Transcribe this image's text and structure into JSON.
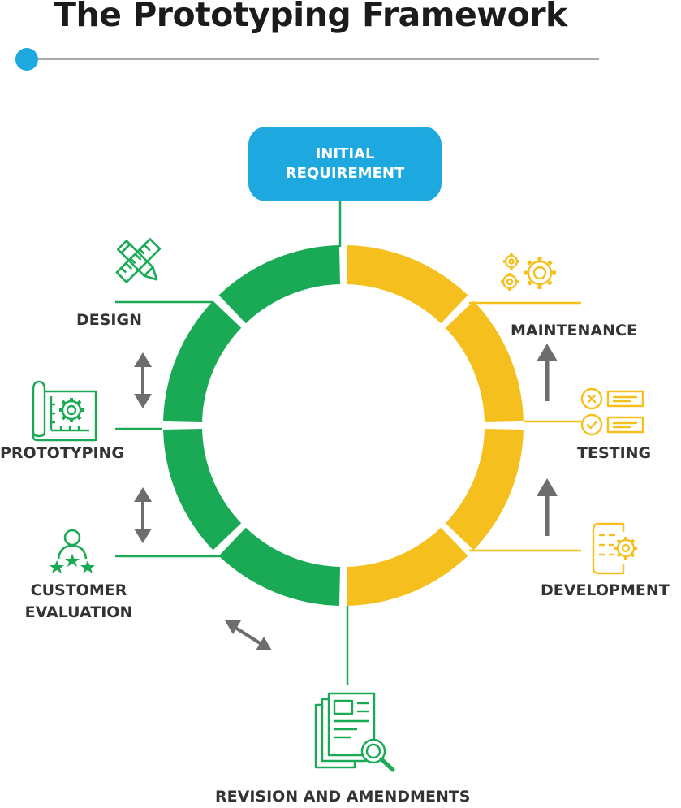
{
  "title": "The Prototyping Framework",
  "colors": {
    "accent": "#1da8e0",
    "green": "#1aaa55",
    "yellow": "#f5c01e",
    "arrow": "#6d6d6d",
    "line": "#9a9a9a"
  },
  "start": {
    "line1": "INITIAL",
    "line2": "REQUIREMENT"
  },
  "stages": {
    "design": "DESIGN",
    "prototyping": "PROTOTYPING",
    "customer_evaluation": {
      "line1": "CUSTOMER",
      "line2": "EVALUATION"
    },
    "revision": "REVISION AND AMENDMENTS",
    "development": "DEVELOPMENT",
    "testing": "TESTING",
    "maintenance": "MAINTENANCE"
  },
  "icons": {
    "design": "pencil-ruler-icon",
    "prototyping": "blueprint-gear-icon",
    "customer_evaluation": "user-stars-icon",
    "revision": "document-search-icon",
    "development": "document-gear-icon",
    "testing": "checklist-icon",
    "maintenance": "gears-icon"
  }
}
